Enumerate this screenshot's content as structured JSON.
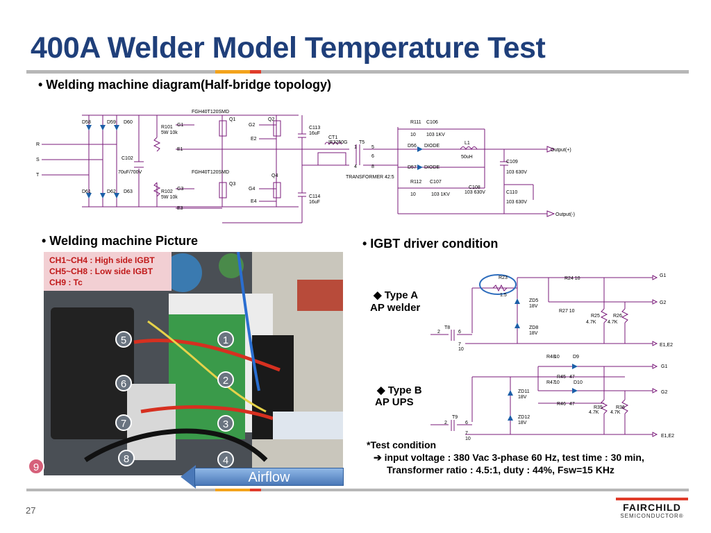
{
  "slide": {
    "title": "400A Welder Model Temperature Test",
    "page_number": "27"
  },
  "sections": {
    "diagram_heading": "• Welding machine diagram(Half-bridge topology)",
    "picture_heading": "• Welding machine Picture",
    "driver_heading": "• IGBT driver condition"
  },
  "legend": {
    "line1": "CH1~CH4 : High side IGBT",
    "line2": "CH5~CH8 : Low side IGBT",
    "line3": "CH9 : Tc"
  },
  "badges": [
    "1",
    "2",
    "3",
    "4",
    "5",
    "6",
    "7",
    "8",
    "9"
  ],
  "airflow_label": "Airflow",
  "type_a": {
    "line1": "◆ Type A",
    "line2": "AP welder"
  },
  "type_b": {
    "line1": "◆ Type B",
    "line2": "AP UPS"
  },
  "test_condition": {
    "heading": "*Test condition",
    "line1": "➔ input voltage : 380 Vac 3-phase 60 Hz, test time : 30 min,",
    "line2": "Transformer ratio : 4.5:1, duty : 44%, Fsw=15 KHz"
  },
  "logo": {
    "name": "FAIRCHILD",
    "sub": "SEMICONDUCTOR®"
  },
  "schematic_main": {
    "inputs": [
      "R",
      "S",
      "T"
    ],
    "diodes_top": [
      "D58",
      "D59",
      "D60"
    ],
    "diodes_bot": [
      "D61",
      "D62",
      "D63"
    ],
    "c102": "C102",
    "c102_val": "70uF/700V",
    "r101": "R101",
    "r101_val": "5W 10k",
    "r102": "R102",
    "r102_val": "5W 10k",
    "q1_part": "FGH40T120SMD",
    "q3_part": "FGH40T120SMD",
    "q1": "Q1",
    "q2": "Q2",
    "q3": "Q3",
    "q4": "Q4",
    "g1": "G1",
    "g2": "G2",
    "g3": "G3",
    "g4": "G4",
    "e1": "E1",
    "e2": "E2",
    "e3": "E3",
    "e4": "E4",
    "c113": "C113",
    "c113_val": "16uF",
    "c114": "C114",
    "c114_val": "16uF",
    "ct1": "CT1",
    "ct1_part": "IE3250G",
    "t5": "T5",
    "t5_part": "TRANSFORMER 42:5",
    "t5_pins": [
      "1",
      "5",
      "6",
      "4",
      "8"
    ],
    "r111": "R111",
    "r111_val": "10",
    "c106": "C106",
    "c106_val": "103 1KV",
    "d56": "D56",
    "d56_val": "DIODE",
    "d57": "D57",
    "d57_val": "DIODE",
    "r112": "R112",
    "r112_val": "10",
    "c107": "C107",
    "c107_val": "103 1KV",
    "l1": "L1",
    "l1_val": "50uH",
    "c109": "C109",
    "c109_val": "103 630V",
    "c108": "C108",
    "c108_val": "103 630V",
    "c110": "C110",
    "c110_val": "103 630V",
    "out_pos": "Output(+)",
    "out_neg": "Output(-)"
  },
  "schematic_a": {
    "r23": "R23",
    "r23_val": "1.5",
    "r24": "R24 10",
    "r27": "R27 10",
    "zd5": "ZD5",
    "zd5_val": "18V",
    "zd8": "ZD8",
    "zd8_val": "18V",
    "r25": "R25",
    "r25_val": "4.7K",
    "r26": "R26",
    "r26_val": "4.7K",
    "t8": "T8",
    "pins": [
      "2",
      "6",
      "7",
      "10"
    ],
    "g1": "G1",
    "g2": "G2",
    "e": "E1,E2"
  },
  "schematic_b": {
    "r48": "R48",
    "r48_val": "10",
    "d9": "D9",
    "r45": "R45",
    "r45_val": "47",
    "r47": "R47",
    "r47_val": "10",
    "d10": "D10",
    "r46": "R46",
    "r46_val": "47",
    "zd11": "ZD11",
    "zd11_val": "18V",
    "zd12": "ZD12",
    "zd12_val": "18V",
    "r35": "R35",
    "r35_val": "4.7K",
    "r36": "R36",
    "r36_val": "4.7K",
    "t9": "T9",
    "pins": [
      "2",
      "6",
      "7",
      "10"
    ],
    "g1": "G1",
    "g2": "G2",
    "e": "E1,E2"
  },
  "colors": {
    "title": "#1f3f7a",
    "wire": "#7a1a7a",
    "accent_orange": "#f3a31c",
    "accent_red": "#e03c2a",
    "badge_fill": "#6a7480",
    "badge9_fill": "#d6607a"
  }
}
